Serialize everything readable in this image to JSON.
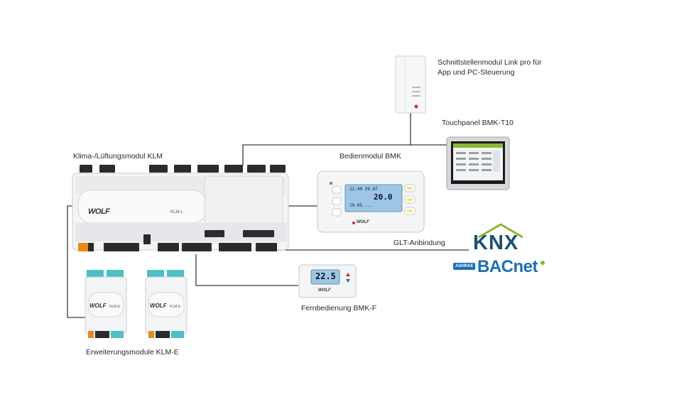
{
  "labels": {
    "klm": "Klima-/Lüftungsmodul KLM",
    "link_line1": "Schnittstellenmodul Link pro für",
    "link_line2": "App und PC-Steuerung",
    "touchpanel": "Touchpanel BMK-T10",
    "bmk": "Bedienmodul BMK",
    "glt": "GLT-Anbindung",
    "bmkf": "Fernbedienung BMK-F",
    "erweiterung": "Erweiterungsmodule KLM-E"
  },
  "devices": {
    "klm_brand": "WOLF",
    "klm_model": "KLM-L",
    "klme_brand": "WOLF",
    "klme_model": "KLM-E",
    "bmk_brand": "WOLF",
    "bmkf_brand": "WOLF",
    "bmkf_display": "22.5",
    "bmk_display_line1": "11:40  29.07",
    "bmk_display_line2": "20.0",
    "bmk_display_line3": "19.05  ..."
  },
  "logos": {
    "knx": "KNX",
    "bacnet": "BACnet",
    "ashrae": "ASHRAE",
    "knx_color": "#1d4f73",
    "bacnet_color": "#1a6fb5"
  },
  "colors": {
    "wire": "#3a3a3a",
    "device_body": "#f4f5f6",
    "terminal": "#2b2b2b",
    "accent_green": "#8ab832",
    "accent_orange": "#e88a1a",
    "teal": "#4cc0c4"
  }
}
